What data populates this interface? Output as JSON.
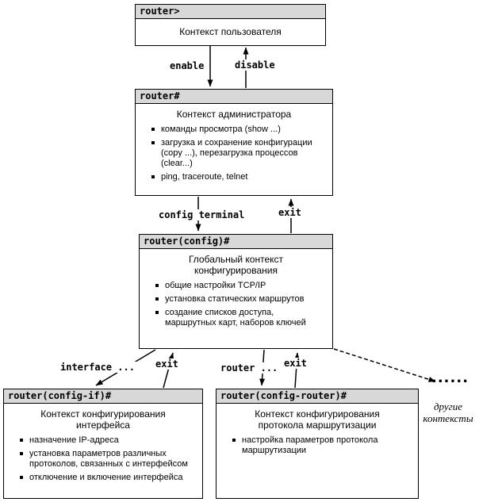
{
  "diagram": {
    "colors": {
      "header_bg": "#d8d8d8",
      "border": "#000000",
      "background": "#ffffff"
    },
    "boxes": {
      "user": {
        "header": "router>",
        "title": "Контекст пользователя"
      },
      "admin": {
        "header": "router#",
        "title": "Контекст администратора",
        "bullets": [
          "команды просмотра (show ...)",
          "загрузка и сохранение конфигурации (copy ...), перезагрузка процессов (clear...)",
          "ping, traceroute, telnet"
        ]
      },
      "global": {
        "header": "router(config)#",
        "title": "Глобальный контекст конфигурирования",
        "bullets": [
          "общие настройки TCP/IP",
          "установка статических маршрутов",
          "создание списков доступа, маршрутных карт, наборов ключей"
        ]
      },
      "iface": {
        "header": "router(config-if)#",
        "title": "Контекст конфигурирования интерфейса",
        "bullets": [
          "назначение IP-адреса",
          "установка параметров различных протоколов, связанных с интерфейсом",
          "отключение и включение интерфейса"
        ]
      },
      "routing": {
        "header": "router(config-router)#",
        "title": "Контекст конфигурирования протокола маршрутизации",
        "bullets": [
          "настройка параметров протокола маршрутизации"
        ]
      }
    },
    "labels": {
      "enable": "enable",
      "disable": "disable",
      "config_terminal": "config terminal",
      "exit_admin": "exit",
      "interface_cmd": "interface ...",
      "exit_iface": "exit",
      "router_cmd": "router ...",
      "exit_router": "exit",
      "dots": "......",
      "other_line1": "другие",
      "other_line2": "контексты"
    }
  }
}
